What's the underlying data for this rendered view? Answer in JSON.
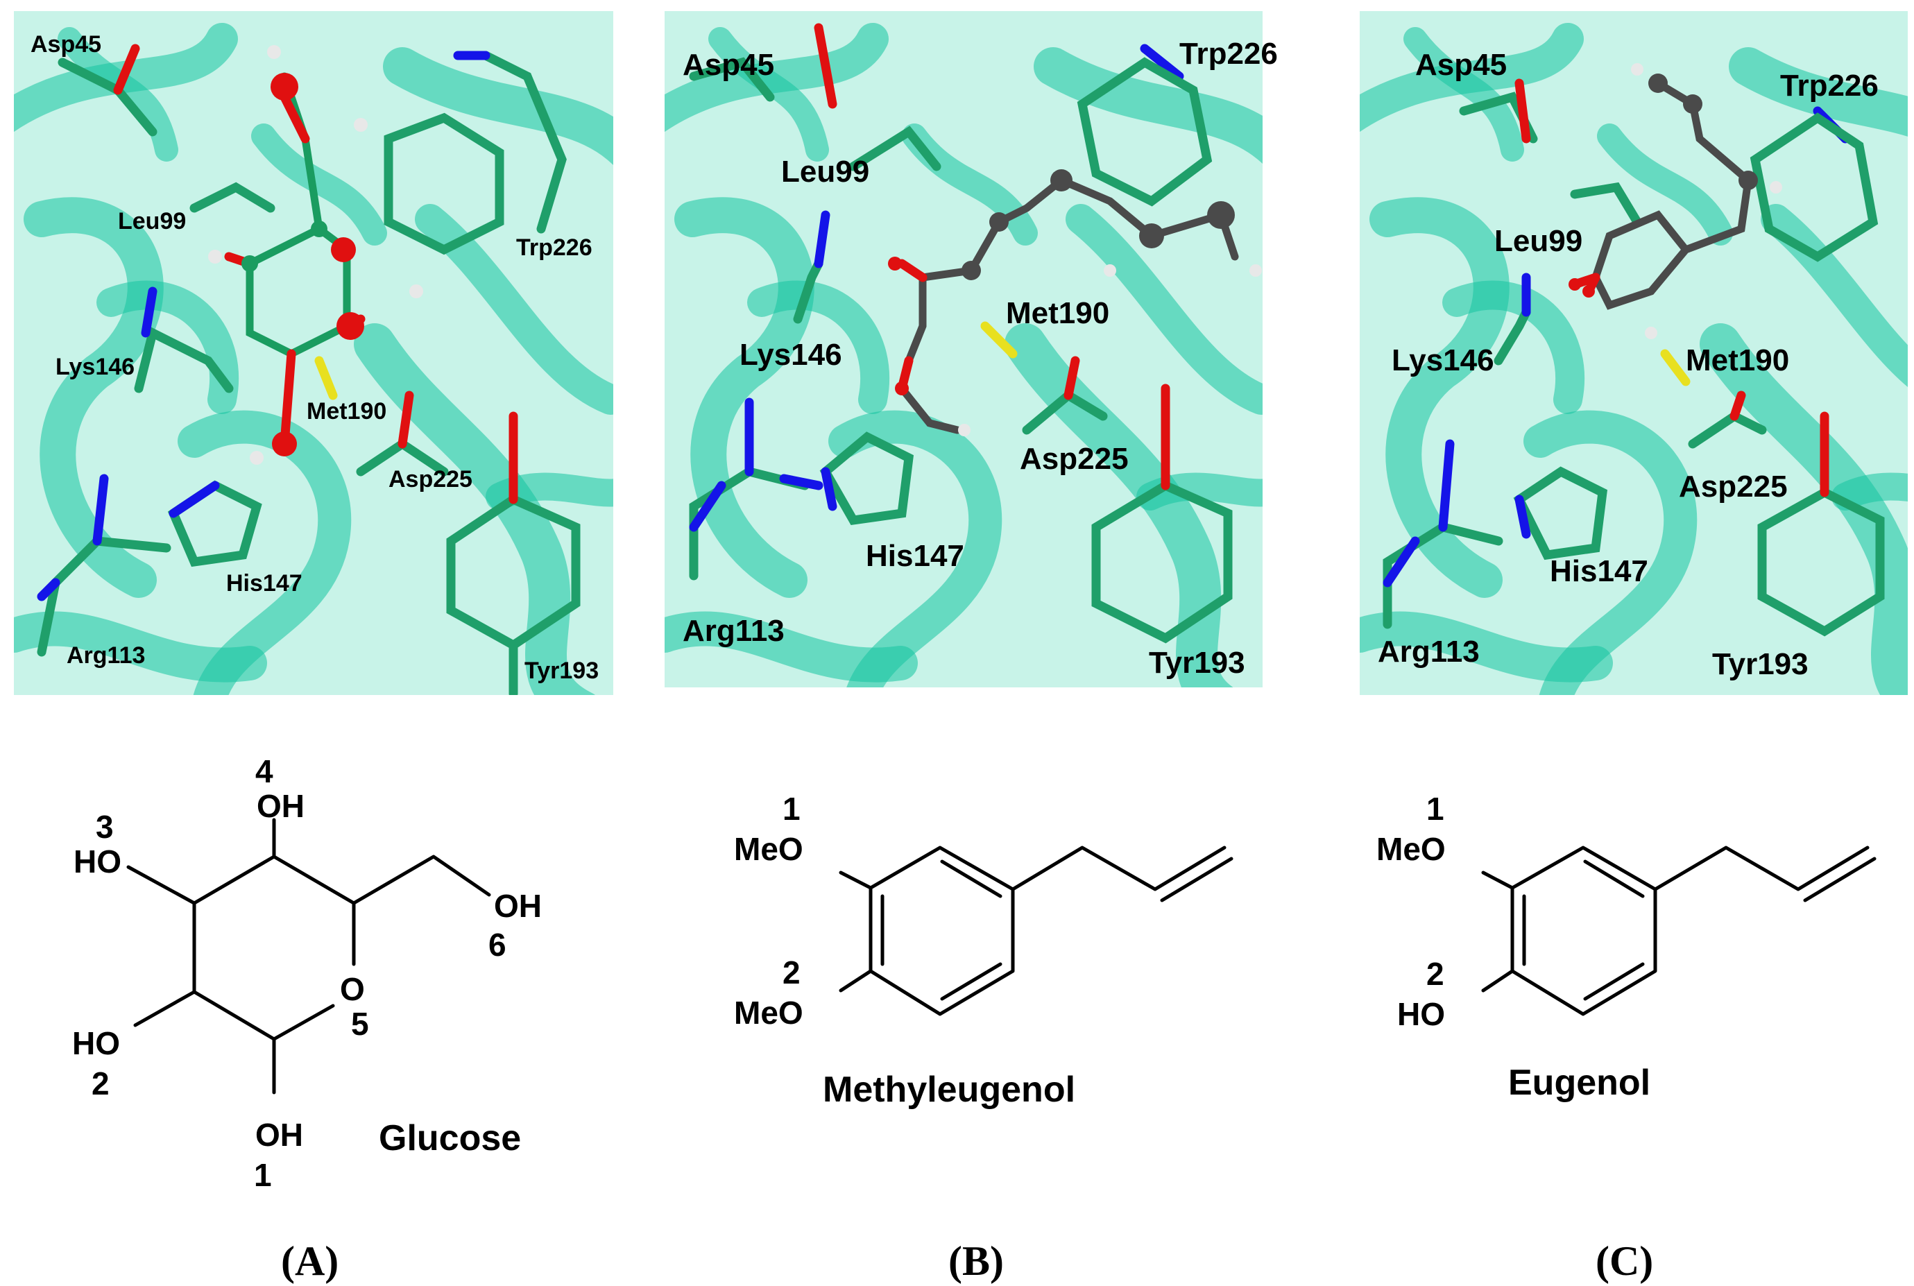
{
  "panels": [
    {
      "label": "(A)",
      "residues": {
        "asp45": "Asp45",
        "trp226": "Trp226",
        "leu99": "Leu99",
        "lys146": "Lys146",
        "met190": "Met190",
        "asp225": "Asp225",
        "his147": "His147",
        "arg113": "Arg113",
        "tyr193": "Tyr193"
      },
      "structure": {
        "name": "Glucose",
        "groups": {
          "oh4": "OH",
          "oh3": "HO",
          "oh6": "OH",
          "ring_o": "O",
          "oh2": "HO",
          "oh1": "OH"
        },
        "numbers": {
          "n4": "4",
          "n3": "3",
          "n6": "6",
          "n5": "5",
          "n2": "2",
          "n1": "1"
        }
      }
    },
    {
      "label": "(B)",
      "residues": {
        "asp45": "Asp45",
        "trp226": "Trp226",
        "leu99": "Leu99",
        "lys146": "Lys146",
        "met190": "Met190",
        "asp225": "Asp225",
        "his147": "His147",
        "arg113": "Arg113",
        "tyr193": "Tyr193"
      },
      "structure": {
        "name": "Methyleugenol",
        "groups": {
          "g1": "MeO",
          "g2": "MeO"
        },
        "numbers": {
          "n1": "1",
          "n2": "2"
        }
      }
    },
    {
      "label": "(C)",
      "residues": {
        "asp45": "Asp45",
        "trp226": "Trp226",
        "leu99": "Leu99",
        "lys146": "Lys146",
        "met190": "Met190",
        "asp225": "Asp225",
        "his147": "His147",
        "arg113": "Arg113",
        "tyr193": "Tyr193"
      },
      "structure": {
        "name": "Eugenol",
        "groups": {
          "g1": "MeO",
          "g2": "HO"
        },
        "numbers": {
          "n1": "1",
          "n2": "2"
        }
      }
    }
  ],
  "colors": {
    "ribbon": "#16c4a0",
    "panel_background": "#bff0e3",
    "carbon": "#1f9f6a",
    "oxygen": "#e01010",
    "nitrogen": "#1414e8",
    "sulfur": "#e8e020",
    "ligand_grey": "#4a4a4a"
  }
}
